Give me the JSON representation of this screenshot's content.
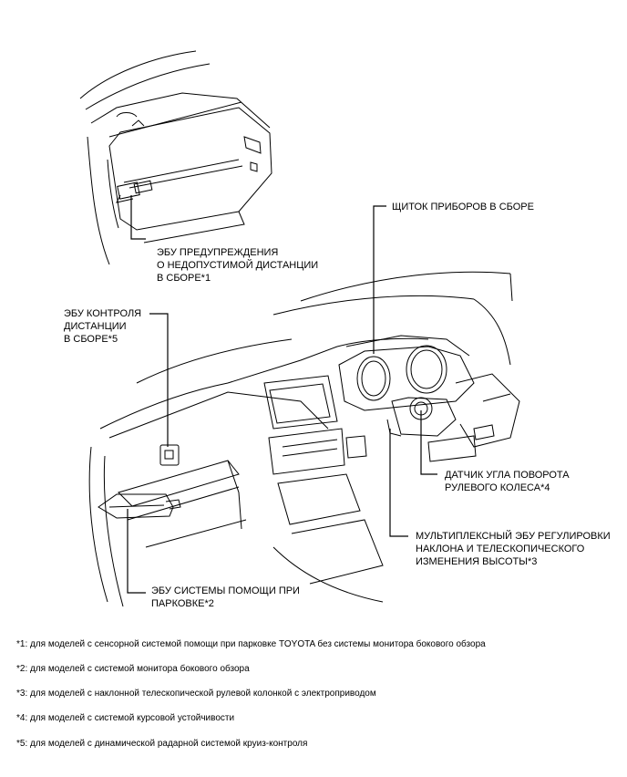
{
  "callouts": {
    "distance_warning_ecu": "ЭБУ ПРЕДУПРЕЖДЕНИЯ\nО НЕДОПУСТИМОЙ ДИСТАНЦИИ\nВ СБОРЕ*1",
    "instrument_cluster": "ЩИТОК ПРИБОРОВ В СБОРЕ",
    "distance_control_ecu": "ЭБУ КОНТРОЛЯ\nДИСТАНЦИИ\nВ СБОРЕ*5",
    "steering_angle_sensor": "ДАТЧИК УГЛА ПОВОРОТА\nРУЛЕВОГО КОЛЕСА*4",
    "multiplex_tilt_telescopic_ecu": "МУЛЬТИПЛЕКСНЫЙ ЭБУ РЕГУЛИРОВКИ\nНАКЛОНА И ТЕЛЕСКОПИЧЕСКОГО\nИЗМЕНЕНИЯ ВЫСОТЫ*3",
    "parking_assist_ecu": "ЭБУ СИСТЕМЫ ПОМОЩИ ПРИ\nПАРКОВКЕ*2"
  },
  "footnotes": [
    "*1: для моделей с сенсорной системой помощи при парковке TOYOTA без системы монитора бокового обзора",
    "*2: для моделей с системой монитора бокового обзора",
    "*3: для моделей с наклонной телескопической рулевой колонкой с электроприводом",
    "*4: для моделей с системой курсовой устойчивости",
    "*5: для моделей с динамической радарной системой круиз-контроля"
  ]
}
